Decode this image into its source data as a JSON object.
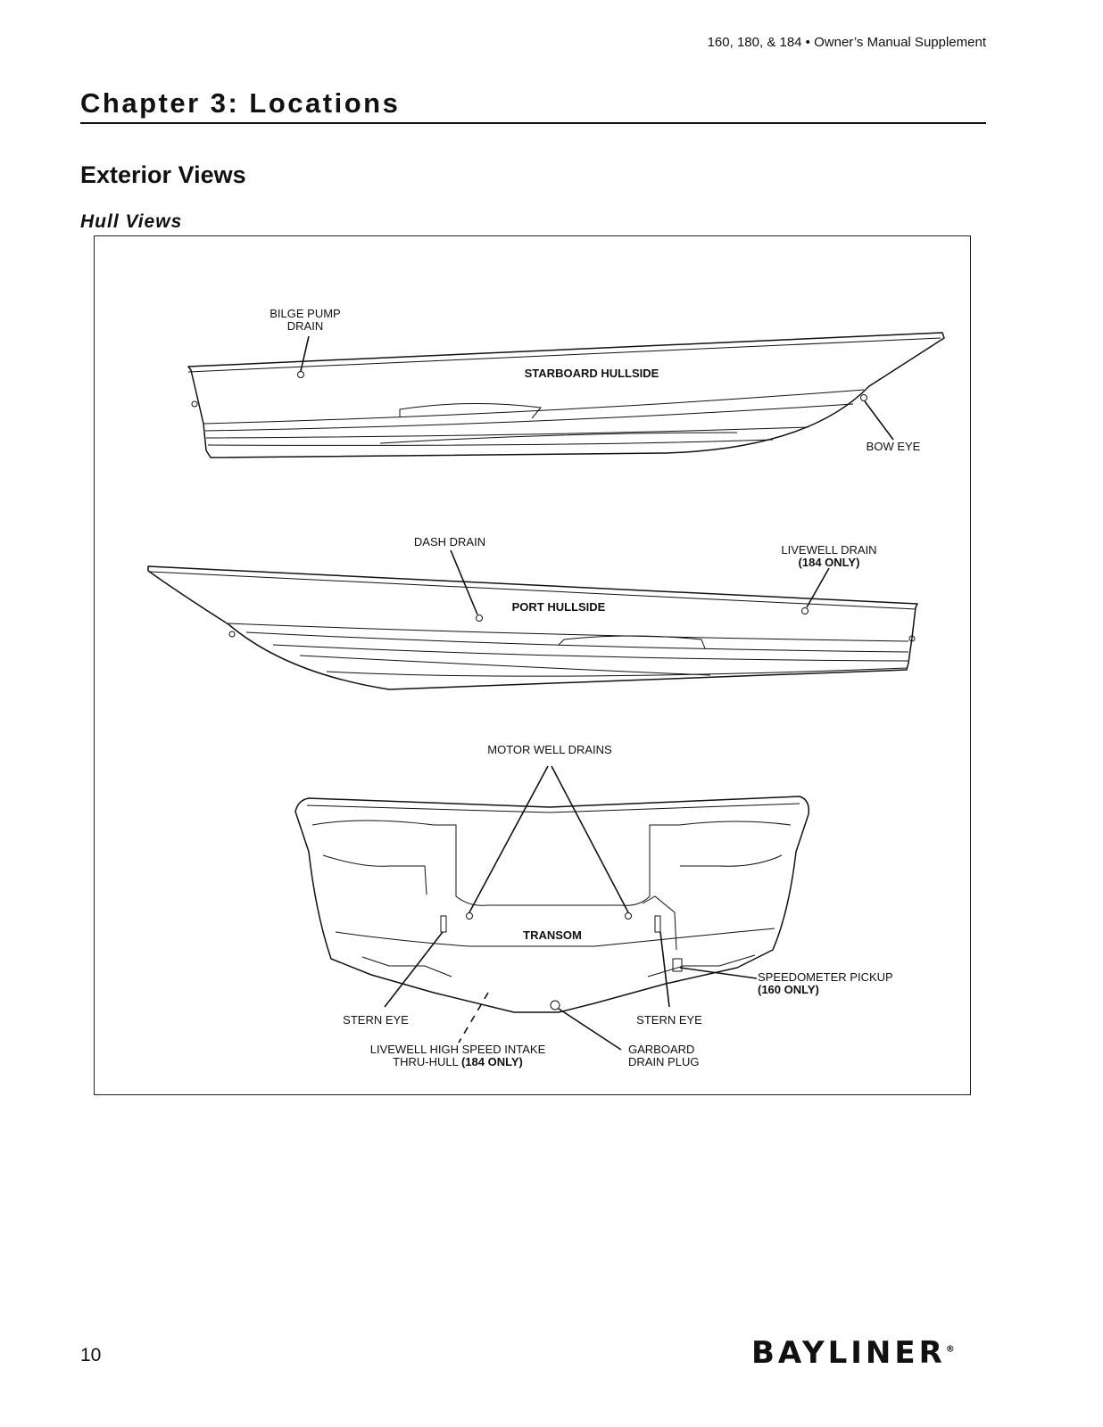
{
  "header": {
    "running_title": "160, 180, & 184  •  Owner’s Manual Supplement"
  },
  "chapter": {
    "title": "Chapter 3: Locations"
  },
  "section": {
    "title": "Exterior Views"
  },
  "subsection": {
    "title": "Hull Views"
  },
  "figure": {
    "starboard": {
      "view_label": "STARBOARD HULLSIDE",
      "bilge_pump_drain_line1": "BILGE PUMP",
      "bilge_pump_drain_line2": "DRAIN",
      "bow_eye": "BOW EYE"
    },
    "port": {
      "view_label": "PORT HULLSIDE",
      "dash_drain": "DASH DRAIN",
      "livewell_drain_line1": "LIVEWELL DRAIN",
      "livewell_drain_line2": "(184 ONLY)"
    },
    "transom": {
      "view_label": "TRANSOM",
      "motor_well_drains": "MOTOR WELL DRAINS",
      "speedometer_line1": "SPEEDOMETER PICKUP",
      "speedometer_line2": "(160 ONLY)",
      "stern_eye_left": "STERN EYE",
      "stern_eye_right": "STERN EYE",
      "livewell_intake_line1": "LIVEWELL HIGH SPEED INTAKE",
      "livewell_intake_line2a": "THRU-HULL ",
      "livewell_intake_line2b": "(184 ONLY)",
      "garboard_line1": "GARBOARD",
      "garboard_line2": "DRAIN PLUG"
    }
  },
  "footer": {
    "page_number": "10",
    "brand": "BAYLINER",
    "brand_mark": "®"
  }
}
